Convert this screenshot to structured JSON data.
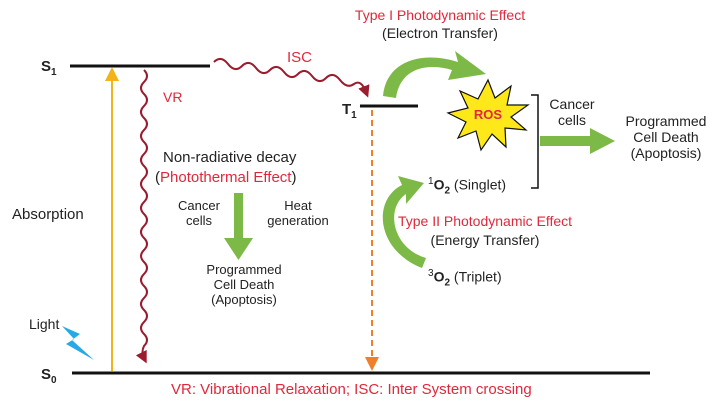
{
  "levels": {
    "s1": {
      "letter": "S",
      "sub": "1"
    },
    "t1": {
      "letter": "T",
      "sub": "1"
    },
    "s0": {
      "letter": "S",
      "sub": "0"
    }
  },
  "labels": {
    "absorption": "Absorption",
    "light": "Light",
    "vr": "VR",
    "isc": "ISC",
    "ros": "ROS",
    "nonrad_title": "Non-radiative decay",
    "nonrad_paren_open": "(",
    "photothermal": "Photothermal Effect",
    "nonrad_paren_close": ")",
    "cancer_cells_left": [
      "Cancer",
      "cells"
    ],
    "heat_generation": [
      "Heat",
      "generation"
    ],
    "pcd_left": [
      "Programmed",
      "Cell Death",
      "(Apoptosis)"
    ],
    "type1_title": "Type I Photodynamic Effect",
    "type1_sub": "(Electron Transfer)",
    "type2_title": "Type II Photodynamic Effect",
    "type2_sub": "(Energy Transfer)",
    "singlet": {
      "sup": "1",
      "o": "O",
      "sub": "2",
      "tail": " (Singlet)"
    },
    "triplet": {
      "sup": "3",
      "o": "O",
      "sub": "2",
      "tail": " (Triplet)"
    },
    "cancer_cells_right": [
      "Cancer",
      "cells"
    ],
    "pcd_right": [
      "Programmed",
      "Cell Death",
      "(Apoptosis)"
    ],
    "footer": "VR: Vibrational Relaxation; ISC: Inter System crossing"
  },
  "colors": {
    "level_line": "#111111",
    "red_text": "#e0283c",
    "wavy": "#9b1c2e",
    "absorption_arrow": "#f2b21a",
    "dashed_arrow": "#f07f2a",
    "green_arrow": "#7cb947",
    "ros_star": "#ffe81a",
    "light_bolt": "#29a8e8"
  },
  "icons": {
    "light": "lightning-bolt-icon",
    "ros": "starburst-icon"
  }
}
